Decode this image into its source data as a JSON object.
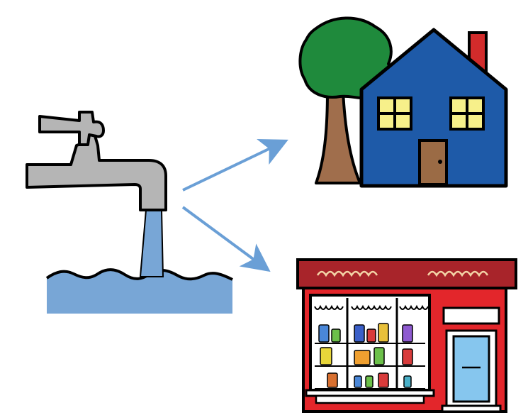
{
  "diagram": {
    "nodes": [
      {
        "id": "tap",
        "icon": "water-tap-icon"
      },
      {
        "id": "house",
        "icon": "house-icon"
      },
      {
        "id": "shop",
        "icon": "shop-icon"
      }
    ],
    "edges": [
      {
        "from": "tap",
        "to": "house"
      },
      {
        "from": "tap",
        "to": "shop"
      }
    ]
  },
  "colors": {
    "arrow": "#6a9fd6",
    "water": "#78a6d6",
    "tap": "#b5b5b5",
    "house": "#1e5aa8",
    "roof": "#1e5aa8",
    "chimney": "#d22b2b",
    "window": "#f7f08a",
    "door": "#9b6b45",
    "tree_foliage": "#1f8a3c",
    "tree_trunk": "#a06e4c",
    "shop": "#e3262b",
    "shop_sign": "#a8242a",
    "shop_door": "#86c6ee",
    "outline": "#000000"
  }
}
